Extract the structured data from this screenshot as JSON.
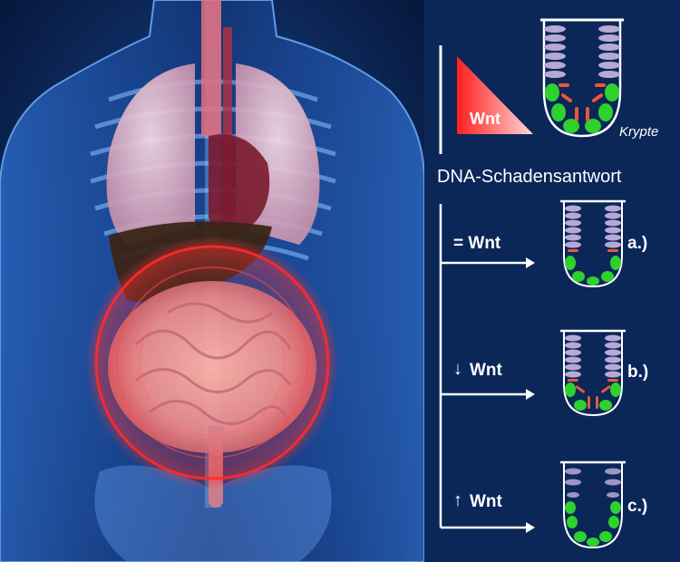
{
  "diagram": {
    "gradient_label": "Wnt",
    "crypt_label": "Krypte",
    "heading": "DNA-Schadensantwort",
    "conditions": [
      {
        "symbol": "=",
        "label": "Wnt",
        "case": "a.)"
      },
      {
        "symbol": "↓",
        "label": "Wnt",
        "case": "b.)"
      },
      {
        "symbol": "↑",
        "label": "Wnt",
        "case": "c.)"
      }
    ]
  },
  "colors": {
    "panel_background": "#0a2758",
    "body_glow": "#4a8fe0",
    "highlight_ring": "#ff2a2a",
    "stem_cells": "#2ed12e",
    "paneth_cells": "#e8583a",
    "villus_cells": "#b7a9d6"
  }
}
